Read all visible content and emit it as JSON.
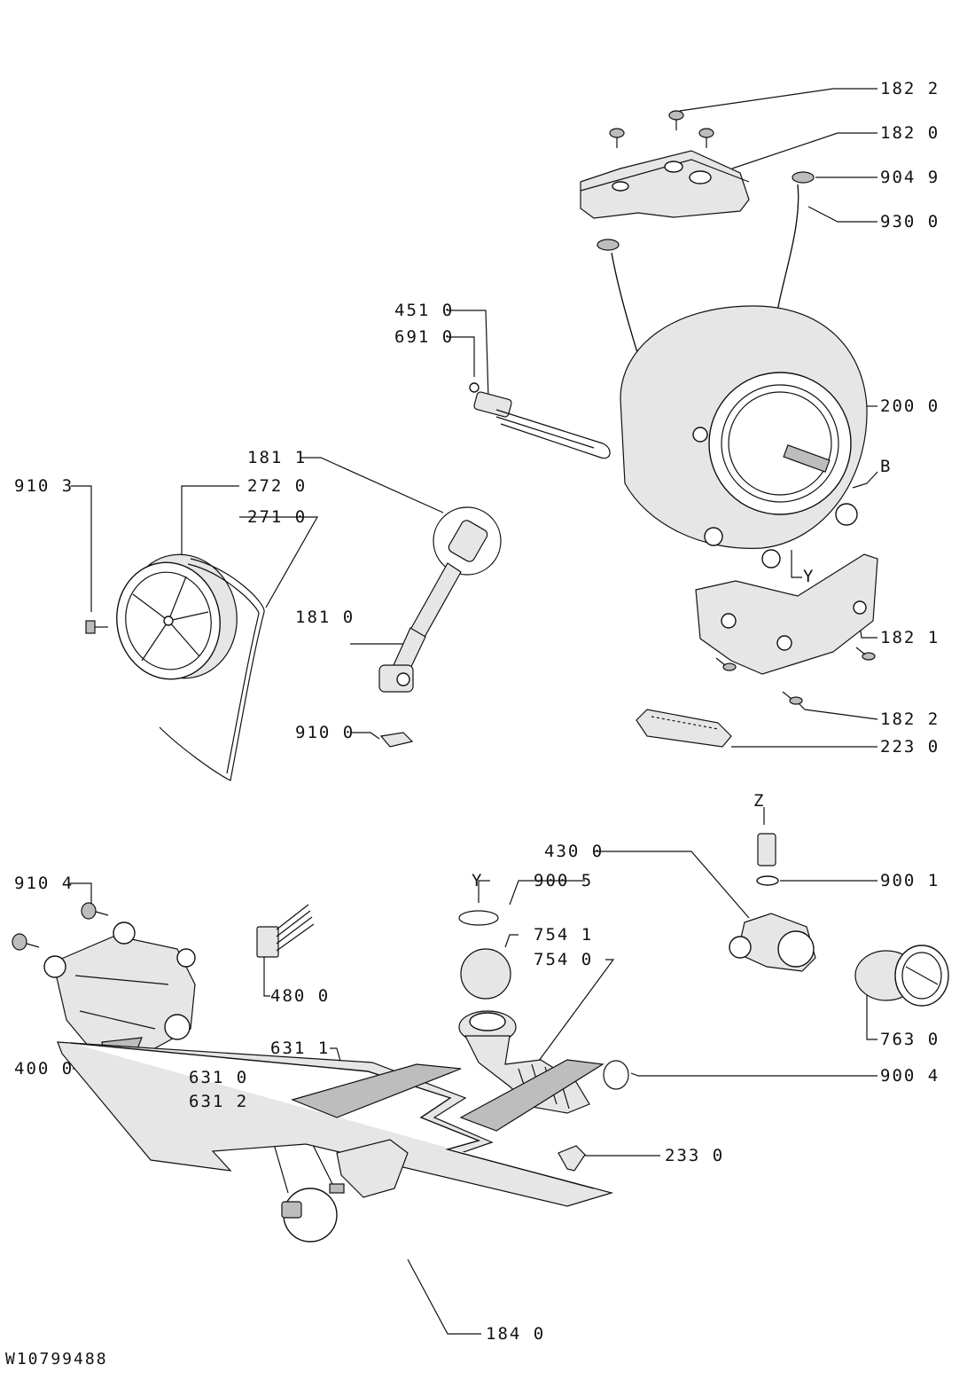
{
  "document_id": "W10799488",
  "callouts": {
    "c1822_top": "182 2",
    "c1820": "182 0",
    "c9049": "904 9",
    "c9300": "930 0",
    "c4510": "451 0",
    "c6910": "691 0",
    "c2000": "200 0",
    "c_B": "B",
    "c1811": "181 1",
    "c9103": "910 3",
    "c2720": "272 0",
    "c2710": "271 0",
    "c1810": "181 0",
    "c_Y_tub": "Y",
    "c1821": "182 1",
    "c1822_bot": "182 2",
    "c9100": "910 0",
    "c2230": "223 0",
    "c_Z": "Z",
    "c4300": "430 0",
    "c_Y_seal": "Y",
    "c9005": "900 5",
    "c9001": "900 1",
    "c9104": "910 4",
    "c7541": "754 1",
    "c7540": "754 0",
    "c4800": "480 0",
    "c7630": "763 0",
    "c6311": "631 1",
    "c9004": "900 4",
    "c4000": "400 0",
    "c6310": "631 0",
    "c6312": "631 2",
    "c2330": "233 0",
    "c1840": "184 0"
  },
  "parts": [
    "screw-icon",
    "tub-cover-icon",
    "nut-icon",
    "hose-icon",
    "tub-icon",
    "heater-icon",
    "shock-absorber-icon",
    "pulley-icon",
    "belt-icon",
    "counterweight-icon",
    "detergent-tray-icon",
    "pump-icon",
    "filter-icon",
    "motor-icon",
    "wire-harness-icon",
    "ball-icon",
    "bellows-icon",
    "base-plate-icon",
    "foot-icon",
    "clip-icon",
    "clamp-icon"
  ]
}
